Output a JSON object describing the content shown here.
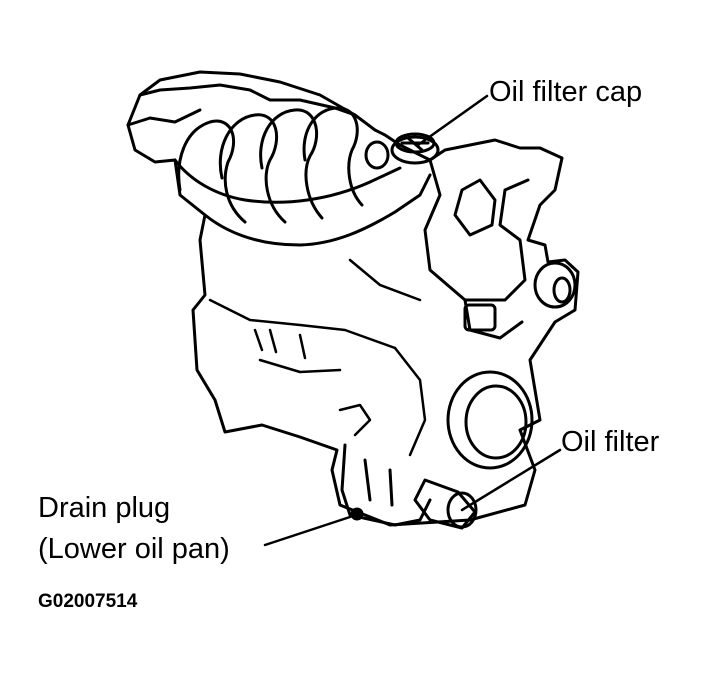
{
  "labels": {
    "oil_filter_cap": "Oil filter cap",
    "oil_filter": "Oil filter",
    "drain_plug_line1": "Drain plug",
    "drain_plug_line2": "(Lower oil pan)"
  },
  "figure_code": "G02007514",
  "colors": {
    "line": "#000000",
    "background": "#ffffff"
  }
}
